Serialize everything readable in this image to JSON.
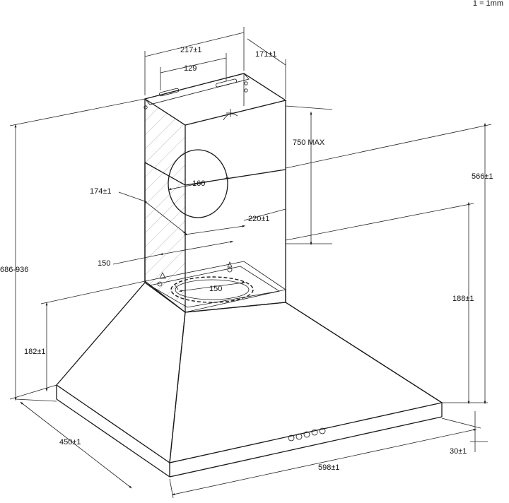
{
  "scale_note": "1 = 1mm",
  "dimensions": {
    "chimney_width": "217±1",
    "chimney_depth": "171±1",
    "bracket_spacing": "129",
    "extension_max": "750 MAX",
    "upper_height": "566±1",
    "duct_diameter": "160",
    "side_offset": "174±1",
    "rear_offset": "220±1",
    "lower_offset": "150",
    "outlet_diameter": "150",
    "overall_height": "686-936",
    "inner_height": "188±1",
    "canopy_height": "182±1",
    "depth": "450±1",
    "width": "598±1",
    "rim_height": "30±1"
  }
}
